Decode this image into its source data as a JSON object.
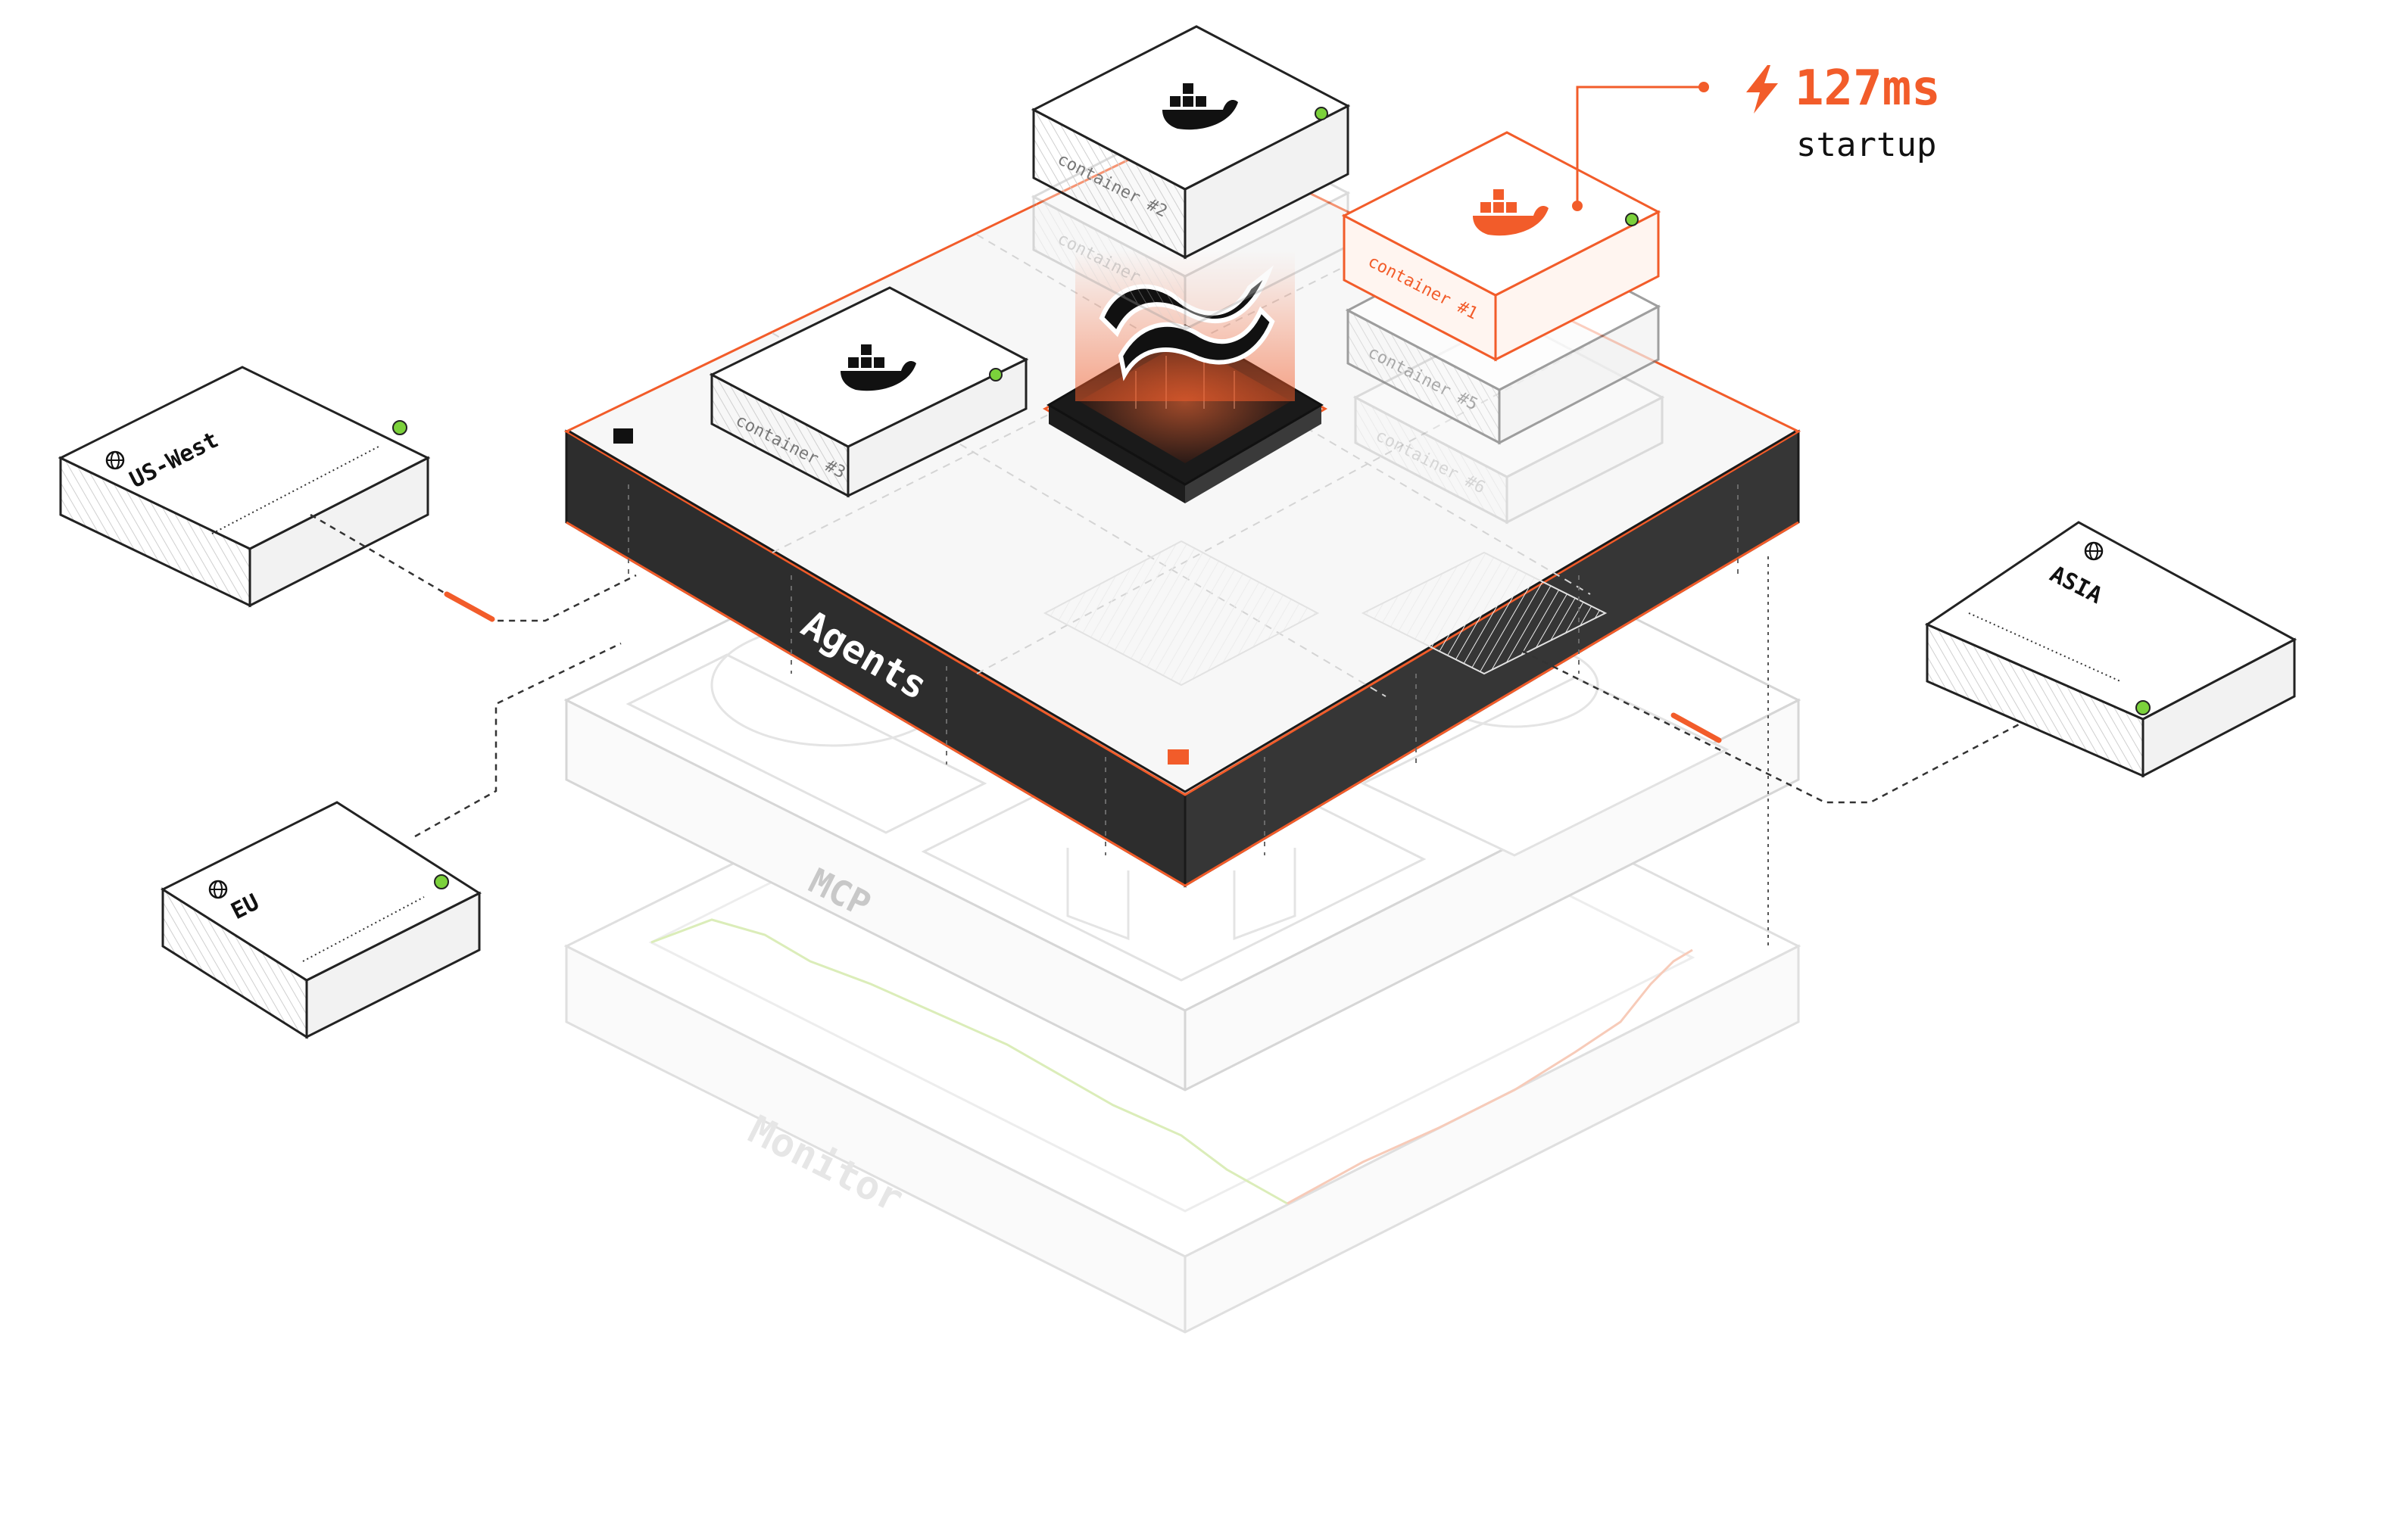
{
  "colors": {
    "accent": "#f25c2a",
    "dark": "#2d2d2d",
    "status_green": "#7bd13b",
    "stroke": "#222222",
    "faint": "#d9d9d9"
  },
  "callout": {
    "value": "127ms",
    "label": "startup",
    "icon": "lightning-bolt-icon"
  },
  "layers": {
    "top": "Agents",
    "middle": "MCP",
    "bottom": "Monitor"
  },
  "containers": {
    "c1": "container #1",
    "c2": "container #2",
    "c3": "container #3",
    "c5": "container #5",
    "c6": "container #6",
    "c_ghost": "container"
  },
  "regions": {
    "us_west": "US-West",
    "eu": "EU",
    "asia": "ASIA"
  },
  "icons": {
    "container": "docker-whale-icon",
    "region": "globe-icon",
    "center": "wave-logo-icon"
  }
}
